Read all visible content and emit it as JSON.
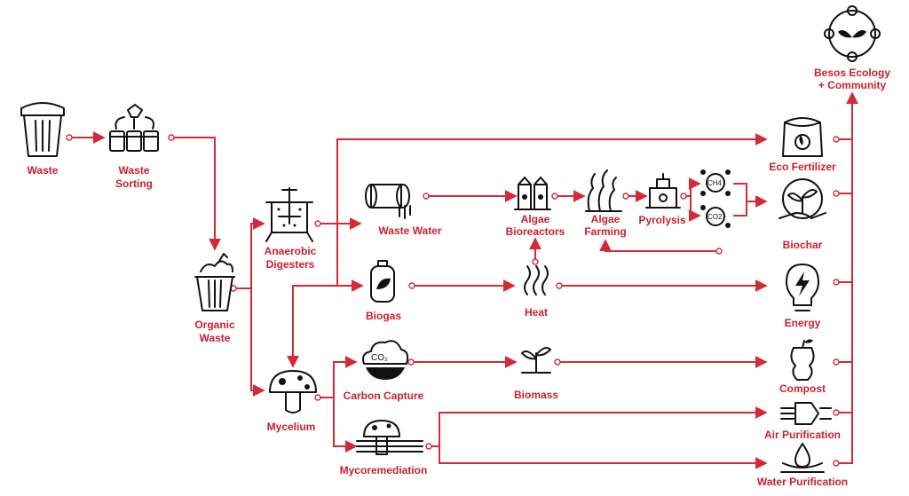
{
  "nodes": {
    "waste": "Waste",
    "waste_sorting_1": "Waste",
    "waste_sorting_2": "Sorting",
    "organic_waste_1": "Organic",
    "organic_waste_2": "Waste",
    "anaerobic_1": "Anaerobic",
    "anaerobic_2": "Digesters",
    "mycelium": "Mycelium",
    "waste_water": "Waste Water",
    "biogas": "Biogas",
    "carbon_capture": "Carbon Capture",
    "co2_symbol": "CO₂",
    "mycoremediation": "Mycoremediation",
    "algae_bio_1": "Algae",
    "algae_bio_2": "Bioreactors",
    "algae_farm_1": "Algae",
    "algae_farm_2": "Farming",
    "pyrolysis": "Pyrolysis",
    "ch4": "CH4",
    "co2_molecule": "CO2",
    "heat": "Heat",
    "biomass": "Biomass",
    "eco_fertilizer": "Eco Fertilizer",
    "biochar": "Biochar",
    "energy": "Energy",
    "compost": "Compost",
    "air_purification": "Air Purification",
    "water_purification": "Water Purification",
    "besos_1": "Besos Ecology",
    "besos_2": "+ Community"
  }
}
